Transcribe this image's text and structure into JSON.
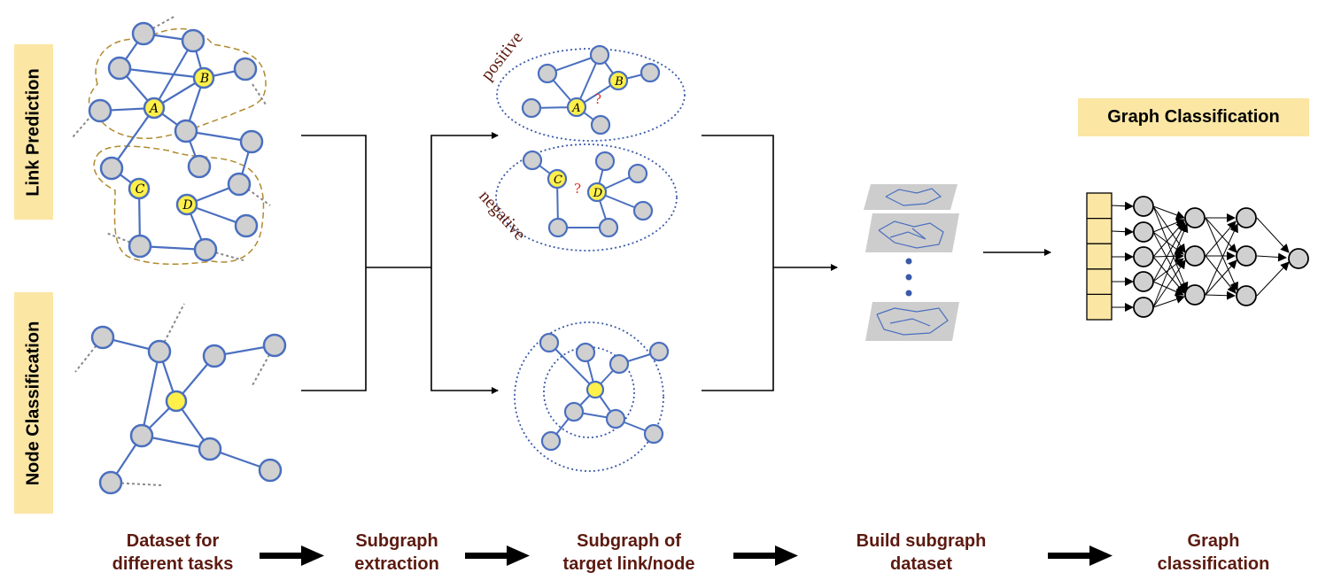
{
  "side_labels": {
    "link_prediction": "Link Prediction",
    "node_classification": "Node Classification"
  },
  "graph_classification_label": "Graph Classification",
  "subgraph_labels": {
    "positive": "positive",
    "negative": "negative",
    "question": "?"
  },
  "node_labels": {
    "a": "A",
    "b": "B",
    "c": "C",
    "d": "D"
  },
  "steps": [
    {
      "label": "Dataset for\ndifferent tasks"
    },
    {
      "label": "Subgraph\nextraction"
    },
    {
      "label": "Subgraph of\ntarget link/node"
    },
    {
      "label": "Build subgraph\ndataset"
    },
    {
      "label": "Graph\nclassification"
    }
  ],
  "colors": {
    "node_fill": "#d0d0d0",
    "node_stroke": "#4a6fbf",
    "edge": "#4a6fbf",
    "highlight": "#fff04a",
    "label_bg": "#fbe6a4",
    "step_text": "#5c1a10",
    "dashed_region": "#b08a2e",
    "dotted_circle": "#3a5aa8",
    "question_mark": "#e0302a"
  }
}
